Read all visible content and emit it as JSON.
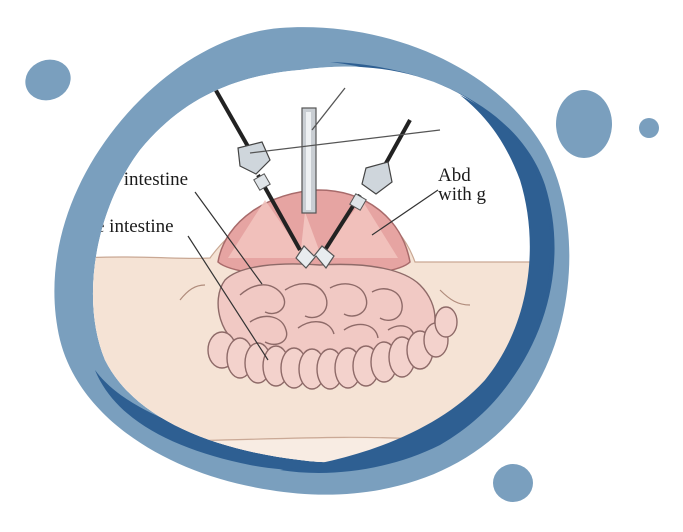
{
  "illustration": {
    "labels": {
      "small_intestine": "all intestine",
      "large_intestine": "e intestine",
      "abdomen_line1": "Abd",
      "abdomen_line2": "with g"
    }
  },
  "colors": {
    "frame_light": "#7a9fbe",
    "frame_dark": "#2e5f92",
    "skin": "#f5e3d5",
    "skin_shadow": "#e6c8b6",
    "cavity": "#e6a4a2",
    "cavity_light": "#f2c6c0",
    "intestine": "#f1c9c4",
    "intestine_outline": "#8e6a68",
    "tool": "#222222"
  }
}
